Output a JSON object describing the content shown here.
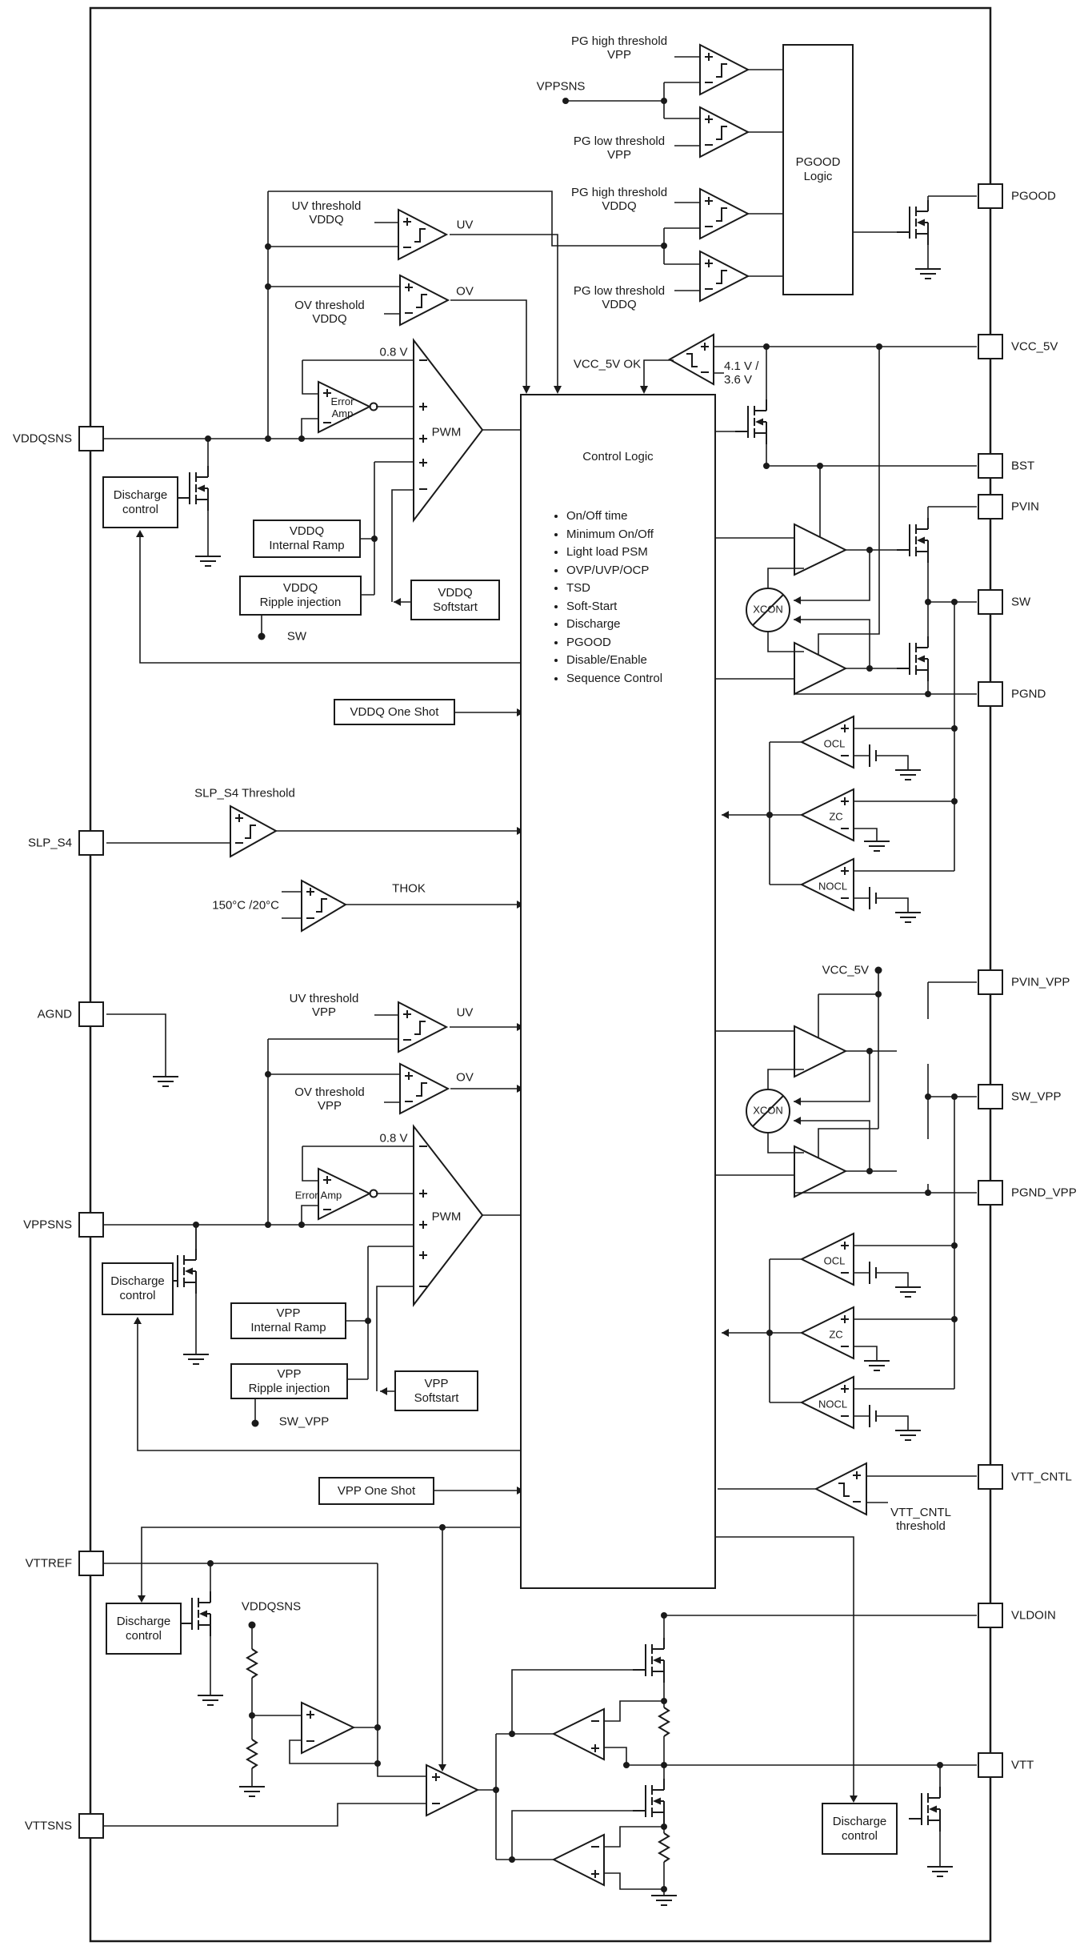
{
  "diagram": {
    "pins_left": [
      "VDDQSNS",
      "SLP_S4",
      "AGND",
      "VPPSNS",
      "VTTREF",
      "VTTSNS"
    ],
    "pins_right": [
      "PGOOD",
      "VCC_5V",
      "BST",
      "PVIN",
      "SW",
      "PGND",
      "PVIN_VPP",
      "SW_VPP",
      "PGND_VPP",
      "VTT_CNTL",
      "VLDOIN",
      "VTT"
    ],
    "blocks": {
      "pgood_logic": "PGOOD\nLogic",
      "control_logic_title": "Control Logic",
      "control_logic_items": [
        "On/Off time",
        "Minimum On/Off",
        "Light load PSM",
        "OVP/UVP/OCP",
        "TSD",
        "Soft-Start",
        "Discharge",
        "PGOOD",
        "Disable/Enable",
        "Sequence Control"
      ],
      "discharge_control": "Discharge\ncontrol",
      "vddq_internal_ramp": "VDDQ\nInternal Ramp",
      "vddq_ripple_injection": "VDDQ\nRipple injection",
      "vddq_softstart": "VDDQ\nSoftstart",
      "vddq_one_shot": "VDDQ One Shot",
      "vpp_internal_ramp": "VPP\nInternal Ramp",
      "vpp_ripple_injection": "VPP\nRipple injection",
      "vpp_softstart": "VPP\nSoftstart",
      "vpp_one_shot": "VPP One Shot"
    },
    "labels": {
      "pg_high_vpp": "PG high threshold\nVPP",
      "pg_low_vpp": "PG low threshold\nVPP",
      "pg_high_vddq": "PG high threshold\nVDDQ",
      "pg_low_vddq": "PG low threshold\nVDDQ",
      "vppsns_top": "VPPSNS",
      "uv_th_vddq": "UV threshold\nVDDQ",
      "ov_th_vddq": "OV threshold\nVDDQ",
      "uv": "UV",
      "ov": "OV",
      "v08": "0.8 V",
      "error_amp_2l": "Error\nAmp",
      "error_amp_1l": "Error Amp",
      "pwm": "PWM",
      "sw": "SW",
      "vcc5v_ok": "VCC_5V OK",
      "vth_41_36": "4.1 V /\n3.6 V",
      "slp_s4_threshold": "SLP_S4 Threshold",
      "temp_th": "150°C /20°C",
      "thok": "THOK",
      "uv_th_vpp": "UV threshold\nVPP",
      "ov_th_vpp": "OV threshold\nVPP",
      "sw_vpp": "SW_VPP",
      "vcc_5v": "VCC_5V",
      "xcon": "XCON",
      "ocl": "OCL",
      "zc": "ZC",
      "nocl": "NOCL",
      "vtt_cntl_threshold": "VTT_CNTL\nthreshold",
      "vddqsns_ref": "VDDQSNS"
    }
  }
}
